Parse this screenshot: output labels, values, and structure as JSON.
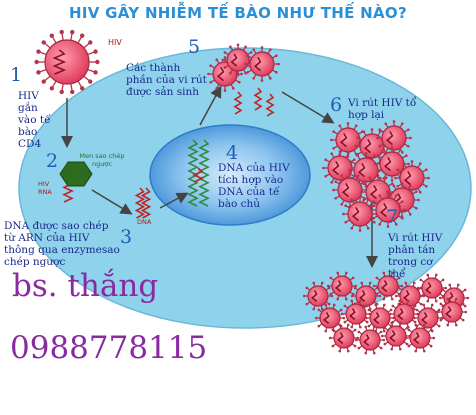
{
  "title": "HIV GÂY NHIỄM TẾ BÀO NHƯ THẾ NÀO?",
  "virus_label": "HIV",
  "steps": [
    {
      "num": "1",
      "text": "HIV gắn vào tế bào CD4"
    },
    {
      "num": "2",
      "text": "DNA được sao chép từ ARN của HIV thông qua enzymesao chép ngược"
    },
    {
      "num": "3",
      "text": ""
    },
    {
      "num": "4",
      "text": "DNA của HIV tích hợp vào DNA của tế bào chủ"
    },
    {
      "num": "5",
      "text": "Các thành phần của vi rút được sản sinh"
    },
    {
      "num": "6",
      "text": "Vi rút HIV tổ hợp lại"
    },
    {
      "num": "7",
      "text": "Vi rút HIV phân tán trong cơ thể"
    }
  ],
  "labels": {
    "hiv_rna": "HIV RNA",
    "enzyme": "Men sao chép ngược",
    "dna": "DNA"
  },
  "signature": {
    "name": "bs. thắng",
    "phone": "0988778115"
  },
  "colors": {
    "cell": "#8ed2ec",
    "nucleus": "#4a9fdc",
    "virus": "#e8506a",
    "title": "#2a8fd6",
    "signature": "#8a2aa0"
  }
}
